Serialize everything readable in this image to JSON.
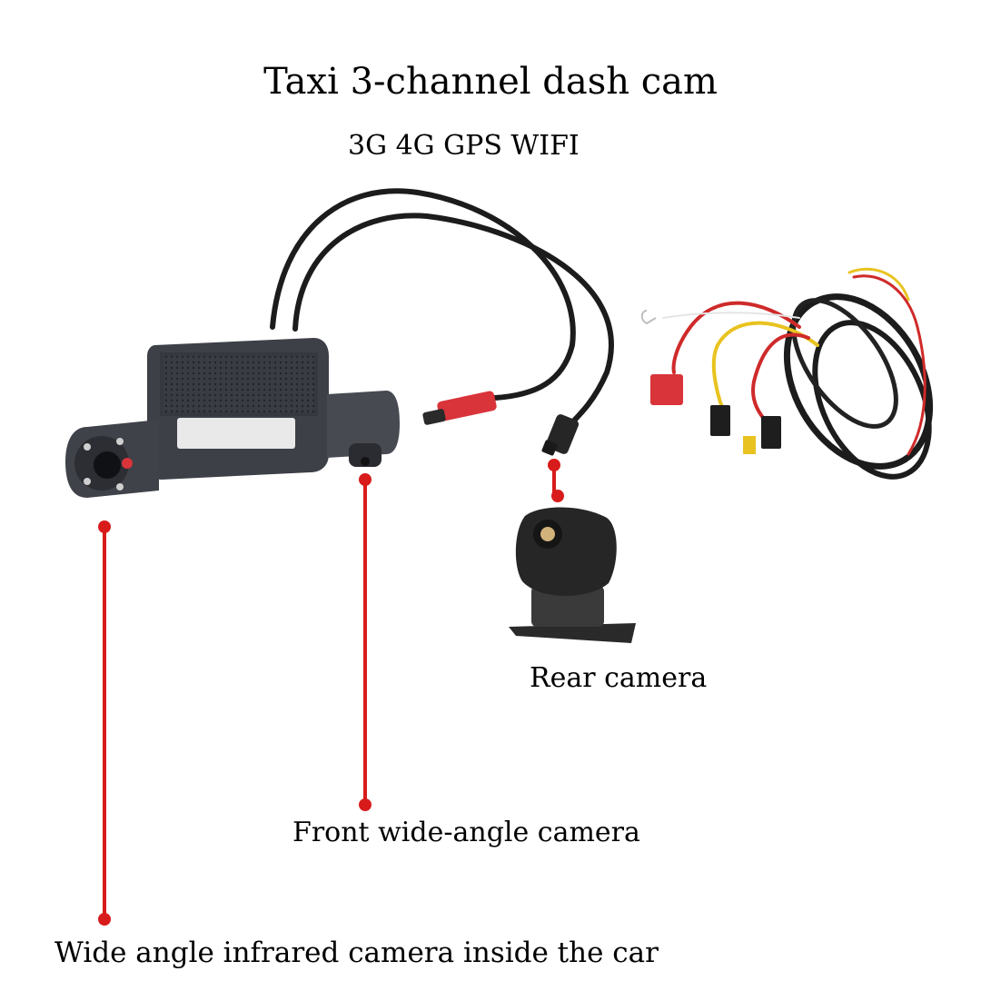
{
  "header": {
    "title": "Taxi 3-channel dash cam",
    "subtitle": "3G 4G GPS WIFI"
  },
  "callouts": {
    "rear_camera": "Rear camera",
    "front_camera": "Front wide-angle camera",
    "interior_camera": "Wide angle infrared camera inside the car"
  },
  "colors": {
    "background": "#ffffff",
    "text": "#000000",
    "pointer_line": "#d81b1b",
    "device_body": "#3d4047",
    "cable": "#1c1c1c",
    "connector_red": "#d8343a",
    "wire_yellow": "#e8c320",
    "wire_red": "#cf2a2a"
  }
}
